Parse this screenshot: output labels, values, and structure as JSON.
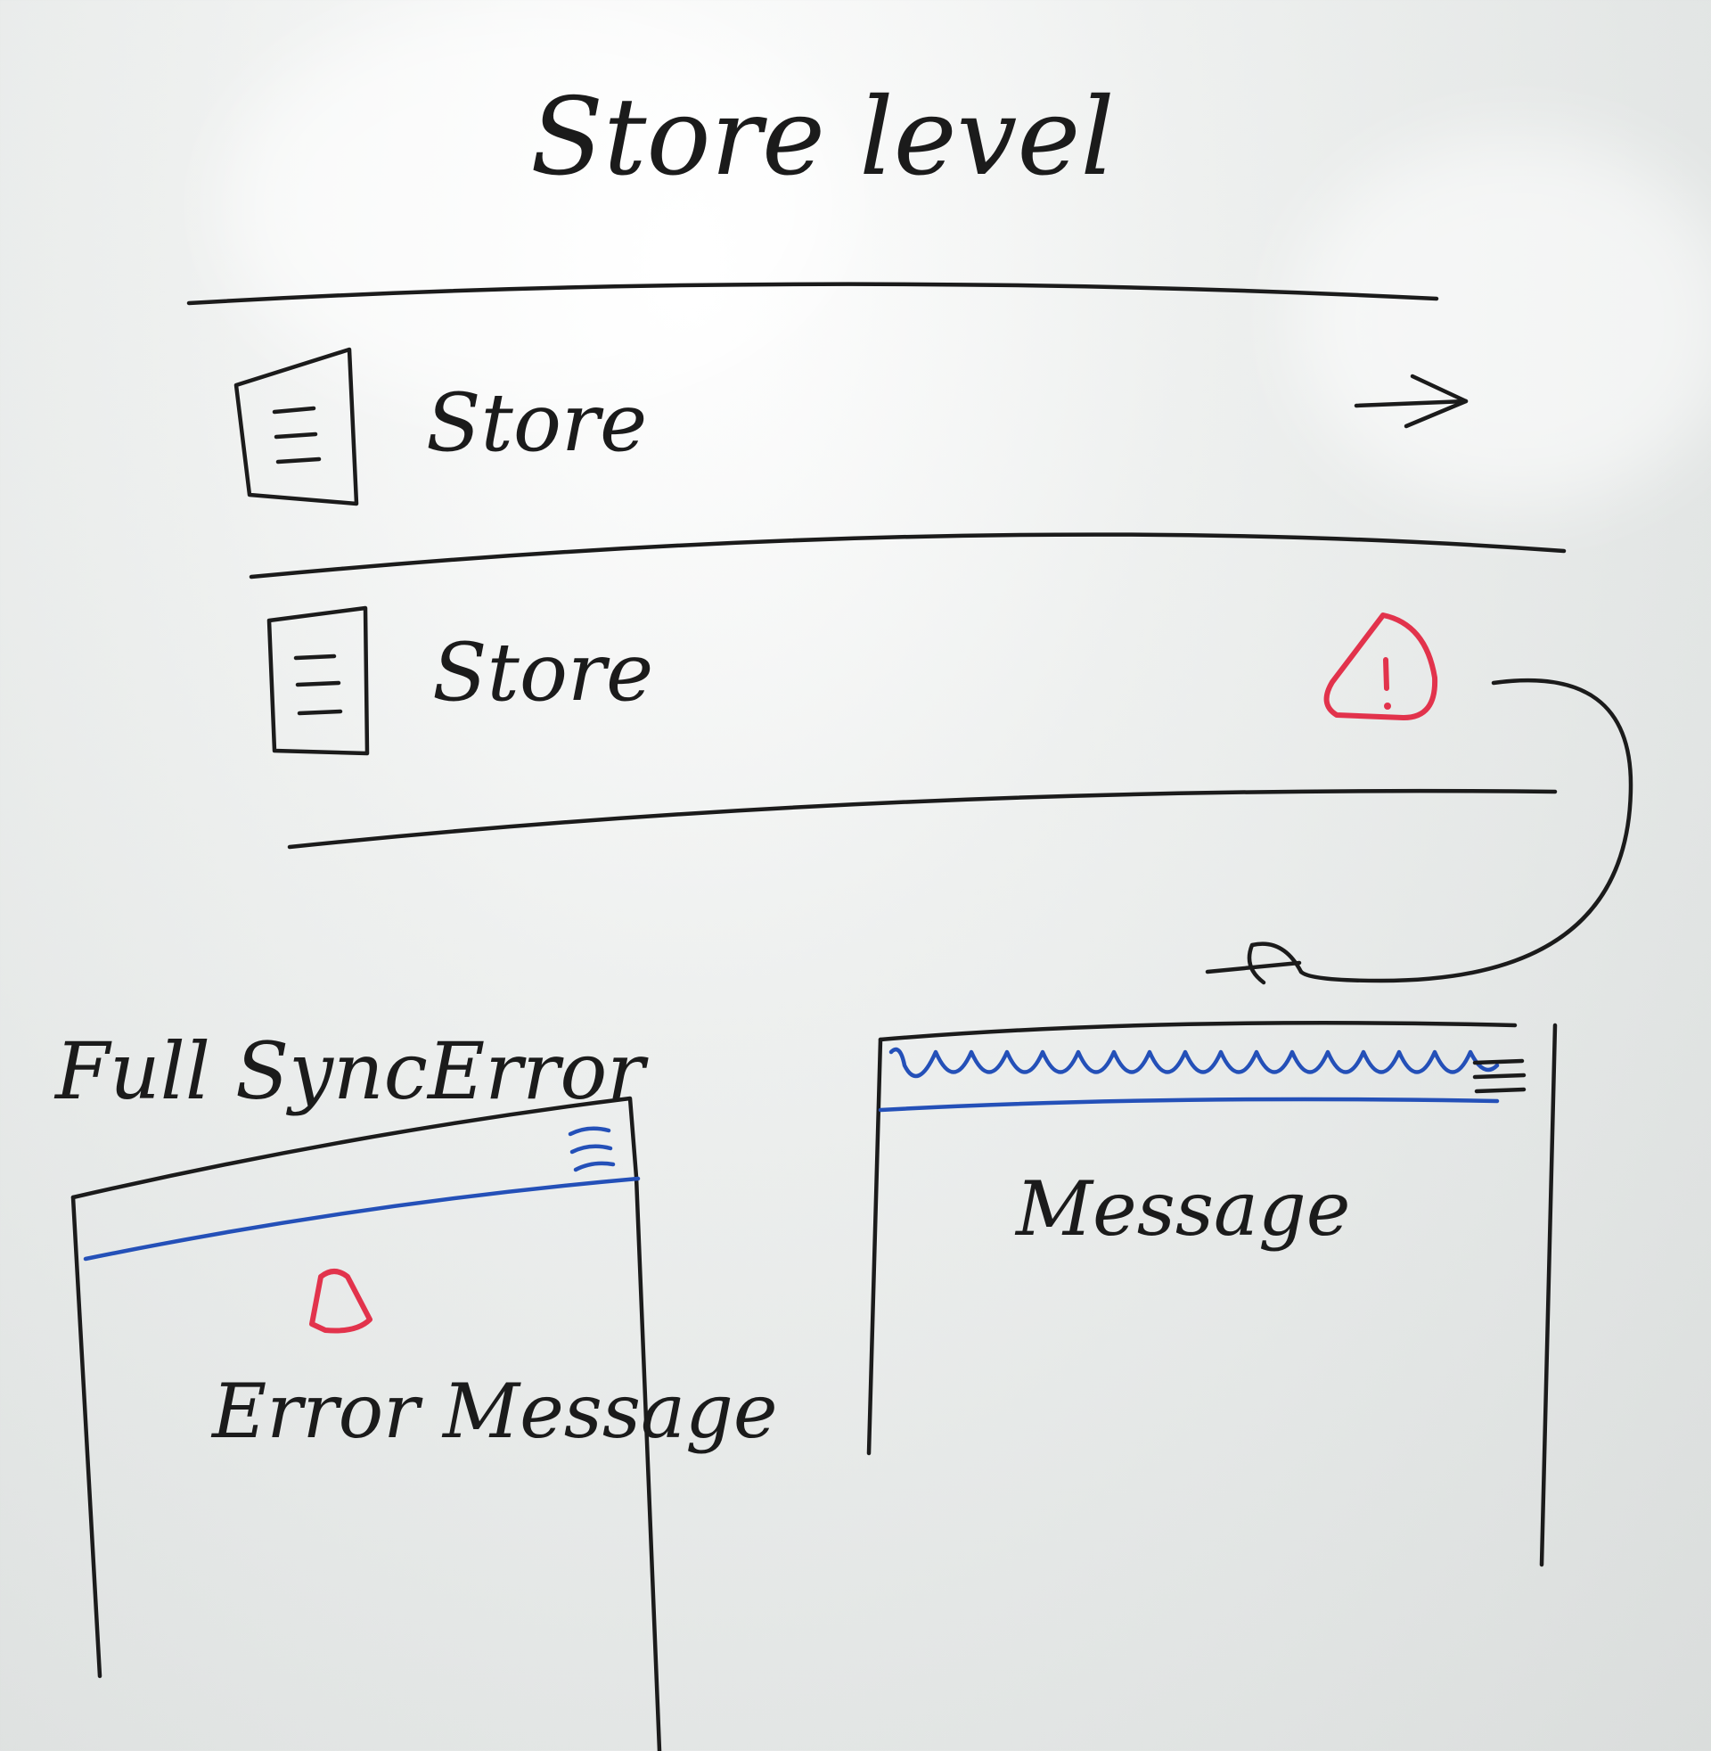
{
  "title": "Store level",
  "store_rows": [
    {
      "label": "Store",
      "trailing": "arrow-right-icon"
    },
    {
      "label": "Store",
      "trailing": "warning-triangle-icon"
    }
  ],
  "full_sync": {
    "label": "Full SyncError",
    "body_text": "Error Message",
    "icons": [
      "hamburger-menu-icon",
      "warning-icon"
    ]
  },
  "message_panel": {
    "body_text": "Message",
    "icons": [
      "hamburger-menu-icon"
    ]
  },
  "colors": {
    "ink": "#1b1b1b",
    "blue": "#2450b8",
    "red": "#e2334c",
    "board": "#e3e6e5"
  }
}
